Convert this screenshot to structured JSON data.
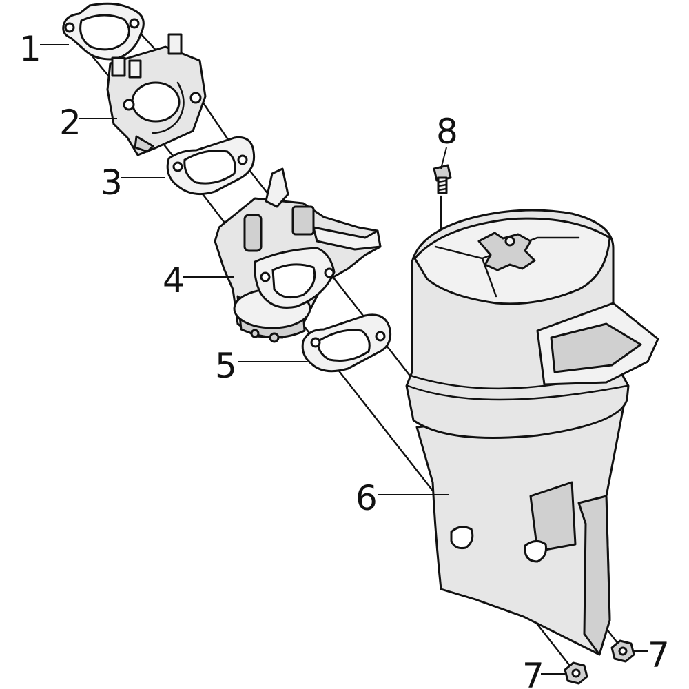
{
  "callouts": [
    {
      "id": "c1",
      "label": "1"
    },
    {
      "id": "c2",
      "label": "2"
    },
    {
      "id": "c3",
      "label": "3"
    },
    {
      "id": "c4",
      "label": "4"
    },
    {
      "id": "c5",
      "label": "5"
    },
    {
      "id": "c6",
      "label": "6"
    },
    {
      "id": "c7a",
      "label": "7"
    },
    {
      "id": "c7b",
      "label": "7"
    },
    {
      "id": "c8",
      "label": "8"
    }
  ],
  "colors": {
    "line": "#111111",
    "part_fill": "#e6e6e6",
    "background": "#ffffff"
  }
}
